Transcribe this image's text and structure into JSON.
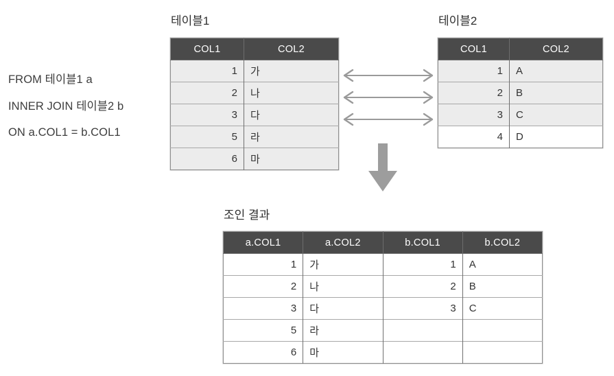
{
  "sql": {
    "lines": [
      "FROM 테이블1 a",
      "INNER JOIN 테이블2 b",
      "ON a.COL1 = b.COL1"
    ]
  },
  "tables": {
    "table1": {
      "title": "테이블1",
      "columns": [
        "COL1",
        "COL2"
      ],
      "rows": [
        {
          "col1": "1",
          "col2": "가",
          "matched": true
        },
        {
          "col1": "2",
          "col2": "나",
          "matched": true
        },
        {
          "col1": "3",
          "col2": "다",
          "matched": true
        },
        {
          "col1": "5",
          "col2": "라",
          "matched": true
        },
        {
          "col1": "6",
          "col2": "마",
          "matched": true
        }
      ]
    },
    "table2": {
      "title": "테이블2",
      "columns": [
        "COL1",
        "COL2"
      ],
      "rows": [
        {
          "col1": "1",
          "col2": "A",
          "matched": true
        },
        {
          "col1": "2",
          "col2": "B",
          "matched": true
        },
        {
          "col1": "3",
          "col2": "C",
          "matched": true
        },
        {
          "col1": "4",
          "col2": "D",
          "matched": false
        }
      ]
    },
    "result": {
      "title": "조인 결과",
      "columns": [
        "a.COL1",
        "a.COL2",
        "b.COL1",
        "b.COL2"
      ],
      "rows": [
        {
          "a_col1": "1",
          "a_col2": "가",
          "b_col1": "1",
          "b_col2": "A"
        },
        {
          "a_col1": "2",
          "a_col2": "나",
          "b_col1": "2",
          "b_col2": "B"
        },
        {
          "a_col1": "3",
          "a_col2": "다",
          "b_col1": "3",
          "b_col2": "C"
        },
        {
          "a_col1": "5",
          "a_col2": "라",
          "b_col1": "",
          "b_col2": ""
        },
        {
          "a_col1": "6",
          "a_col2": "마",
          "b_col1": "",
          "b_col2": ""
        }
      ]
    }
  },
  "connectors": {
    "match_arrows": [
      {
        "name": "match-arrow-1",
        "kind": "double-headed-horizontal-arrow"
      },
      {
        "name": "match-arrow-2",
        "kind": "double-headed-horizontal-arrow"
      },
      {
        "name": "match-arrow-3",
        "kind": "double-headed-horizontal-arrow"
      }
    ],
    "flow_arrow": {
      "name": "flow-down-arrow",
      "kind": "thick-down-arrow"
    }
  },
  "colors": {
    "header_bg": "#4a4a4a",
    "header_text": "#ffffff",
    "highlight_row_bg": "#ececec",
    "plain_row_bg": "#ffffff",
    "border": "#6f6f6f",
    "arrow": "#9a9a9a",
    "text": "#3b3b3b",
    "page_bg": "#ffffff"
  }
}
